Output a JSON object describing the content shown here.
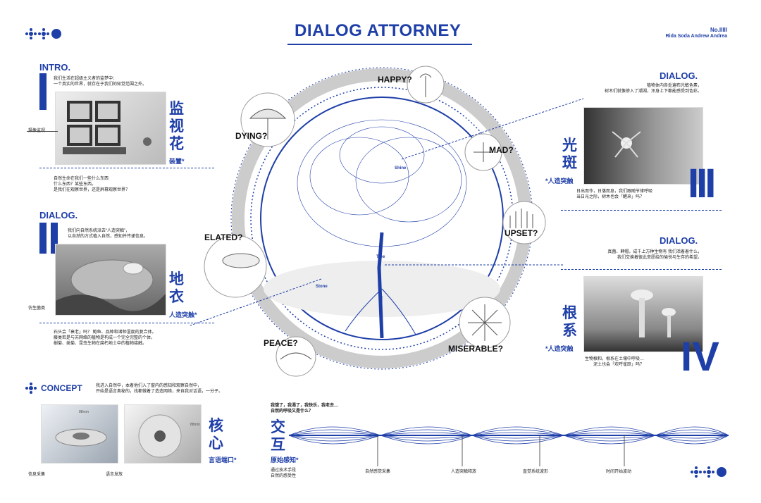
{
  "header": {
    "title": "DIALOG ATTORNEY",
    "issue": "No.IIIII",
    "authors": "Rida Soda Andrew Andrea"
  },
  "left": {
    "intro_title": "INTRO.",
    "intro_text": "我们生活在超级主义者的监梦中：\n一个真实的世界，就存在于我们的知觉范围之外。",
    "cctv_label": "摄像监视",
    "cctv_title": "监\n视\n花",
    "cctv_sub": "装置*",
    "cctv_text": "自然生命在我们一些什么东西\n什么东西？某些东西。\n是我们在观察世界，还是屏幕观察世界？",
    "dialog_title": "DIALOG.",
    "dialog_text": "我们向自然系统派去“人造突触”，\n以自然的方式植入自然，感知并传递信息。",
    "lichen_label": "仿生菌类",
    "lichen_title": "地\n衣",
    "lichen_sub": "人造突触*",
    "lichen_text": "石头会「衰老」吗？ 鲍鱼、品种和诸种湿度的复合体。\n藤类若是与苏网络的植物是构成一个完全完整的个体，\n樹菊、类菊、昆虫生物在腐朽地土中的植物接触。",
    "concept_title": "CONCEPT",
    "concept_text": "我进入自然中，本着他们入了窗内的感知和观察自然中，\n开始是语言奥秘的，找都做着了造造网络，来自我对话语，一分子。",
    "core_label_left": "信息采集",
    "core_label_right": "语言发放",
    "core_title": "核\n心",
    "core_sub": "言语端口*",
    "core_dim1": "88mm",
    "core_dim2": "88mm"
  },
  "center": {
    "labels": [
      "HAPPY?",
      "DYING?",
      "MAD?",
      "UPSET?",
      "ELATED?",
      "PEACE?",
      "MISERABLE?"
    ],
    "tree_labels": [
      "Shine",
      "Tree",
      "Stone"
    ]
  },
  "right": {
    "dialog1_title": "DIALOG.",
    "dialog1_text": "植物体内各处遍布光敏色素，\n树木们就像掺入了潮湖，浑身上下都能感受到色彩。",
    "light_title": "光\n斑",
    "light_sub": "*人造突触",
    "light_roman": "III",
    "light_text": "日出而作，日落而息，我们跟随节律呼吸\n当日光之际，树木也会「醒来」吗？",
    "dialog2_title": "DIALOG.",
    "dialog2_text": "真菌、藓帽，成千上万种生物有 我们活着着什么，\n我们交换着彼此意愿给的愉悦与生存的希望。",
    "root_title": "根\n系",
    "root_sub": "*人造突触",
    "root_roman": "IV",
    "root_text": "生物根和，根系在土壤中呼吸…\n泥土也会「欢呼雀跃」吗？"
  },
  "bottom": {
    "wave_text": "我饿了，我渴了，我快乐，我老去…\n自然的呼吸又是什么？",
    "title": "交\n互",
    "sub": "原始感知*",
    "left_note": "通过技术手段\n自然的感受性",
    "marks": [
      "自然感觉采集",
      "人造突触释放",
      "直觉系统波形",
      "时间开始波动"
    ]
  },
  "colors": {
    "accent": "#1f3fa8"
  }
}
